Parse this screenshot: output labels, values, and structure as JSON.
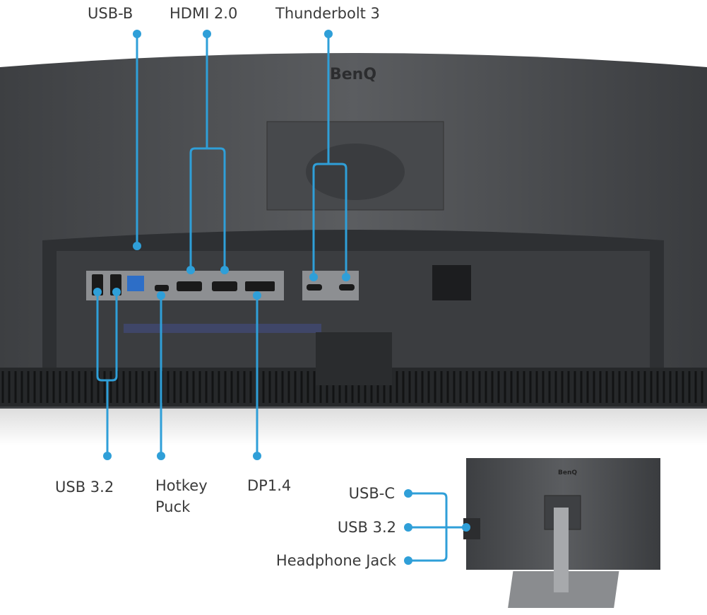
{
  "brand": "BenQ",
  "accent_color": "#2f9fd8",
  "labels": {
    "usb_b": "USB-B",
    "hdmi": "HDMI 2.0",
    "thunderbolt": "Thunderbolt 3",
    "usb32_rear": "USB 3.2",
    "hotkey_line1": "Hotkey",
    "hotkey_line2": "Puck",
    "dp": "DP1.4",
    "usb_c_side": "USB-C",
    "usb32_side": "USB 3.2",
    "headphone": "Headphone Jack"
  }
}
